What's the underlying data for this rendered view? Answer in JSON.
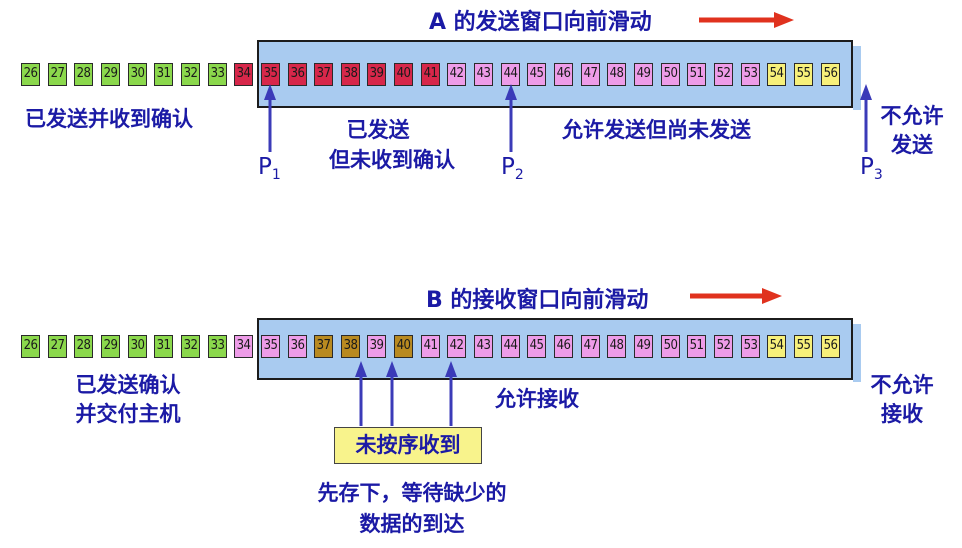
{
  "sender": {
    "title": "A 的发送窗口向前滑动",
    "cells": [
      {
        "n": "26",
        "state": "green"
      },
      {
        "n": "27",
        "state": "green"
      },
      {
        "n": "28",
        "state": "green"
      },
      {
        "n": "29",
        "state": "green"
      },
      {
        "n": "30",
        "state": "green"
      },
      {
        "n": "31",
        "state": "green"
      },
      {
        "n": "32",
        "state": "green"
      },
      {
        "n": "33",
        "state": "green"
      },
      {
        "n": "34",
        "state": "red"
      },
      {
        "n": "35",
        "state": "red"
      },
      {
        "n": "36",
        "state": "red"
      },
      {
        "n": "37",
        "state": "red"
      },
      {
        "n": "38",
        "state": "red"
      },
      {
        "n": "39",
        "state": "red"
      },
      {
        "n": "40",
        "state": "red"
      },
      {
        "n": "41",
        "state": "red"
      },
      {
        "n": "42",
        "state": "pink"
      },
      {
        "n": "43",
        "state": "pink"
      },
      {
        "n": "44",
        "state": "pink"
      },
      {
        "n": "45",
        "state": "pink"
      },
      {
        "n": "46",
        "state": "pink"
      },
      {
        "n": "47",
        "state": "pink"
      },
      {
        "n": "48",
        "state": "pink"
      },
      {
        "n": "49",
        "state": "pink"
      },
      {
        "n": "50",
        "state": "pink"
      },
      {
        "n": "51",
        "state": "pink"
      },
      {
        "n": "52",
        "state": "pink"
      },
      {
        "n": "53",
        "state": "pink"
      },
      {
        "n": "54",
        "state": "yellow"
      },
      {
        "n": "55",
        "state": "yellow"
      },
      {
        "n": "56",
        "state": "yellow"
      }
    ],
    "labels": {
      "sent_acked": "已发送并收到确认",
      "sent_unacked_1": "已发送",
      "sent_unacked_2": "但未收到确认",
      "allowed": "允许发送但尚未发送",
      "not_allowed_1": "不允许",
      "not_allowed_2": "发送"
    },
    "pointers": [
      {
        "letter": "P",
        "sub": "1"
      },
      {
        "letter": "P",
        "sub": "2"
      },
      {
        "letter": "P",
        "sub": "3"
      }
    ]
  },
  "receiver": {
    "title": "B 的接收窗口向前滑动",
    "cells": [
      {
        "n": "26",
        "state": "green"
      },
      {
        "n": "27",
        "state": "green"
      },
      {
        "n": "28",
        "state": "green"
      },
      {
        "n": "29",
        "state": "green"
      },
      {
        "n": "30",
        "state": "green"
      },
      {
        "n": "31",
        "state": "green"
      },
      {
        "n": "32",
        "state": "green"
      },
      {
        "n": "33",
        "state": "green"
      },
      {
        "n": "34",
        "state": "pink"
      },
      {
        "n": "35",
        "state": "pink"
      },
      {
        "n": "36",
        "state": "pink"
      },
      {
        "n": "37",
        "state": "brown"
      },
      {
        "n": "38",
        "state": "brown"
      },
      {
        "n": "39",
        "state": "pink"
      },
      {
        "n": "40",
        "state": "brown"
      },
      {
        "n": "41",
        "state": "pink"
      },
      {
        "n": "42",
        "state": "pink"
      },
      {
        "n": "43",
        "state": "pink"
      },
      {
        "n": "44",
        "state": "pink"
      },
      {
        "n": "45",
        "state": "pink"
      },
      {
        "n": "46",
        "state": "pink"
      },
      {
        "n": "47",
        "state": "pink"
      },
      {
        "n": "48",
        "state": "pink"
      },
      {
        "n": "49",
        "state": "pink"
      },
      {
        "n": "50",
        "state": "pink"
      },
      {
        "n": "51",
        "state": "pink"
      },
      {
        "n": "52",
        "state": "pink"
      },
      {
        "n": "53",
        "state": "pink"
      },
      {
        "n": "54",
        "state": "yellow"
      },
      {
        "n": "55",
        "state": "yellow"
      },
      {
        "n": "56",
        "state": "yellow"
      }
    ],
    "labels": {
      "delivered_1": "已发送确认",
      "delivered_2": "并交付主机",
      "allowed": "允许接收",
      "not_allowed_1": "不允许",
      "not_allowed_2": "接收",
      "out_of_order": "未按序收到",
      "note_1": "先存下，等待缺少的",
      "note_2": "数据的到达"
    }
  },
  "colors": {
    "green": "#8bd84c",
    "red": "#d7274a",
    "pink": "#ee9ce8",
    "yellow": "#f7f07a",
    "brown": "#b98a20",
    "window": "#a9cbf0",
    "text": "#1b1aa5",
    "arrow_red": "#e0321e"
  }
}
